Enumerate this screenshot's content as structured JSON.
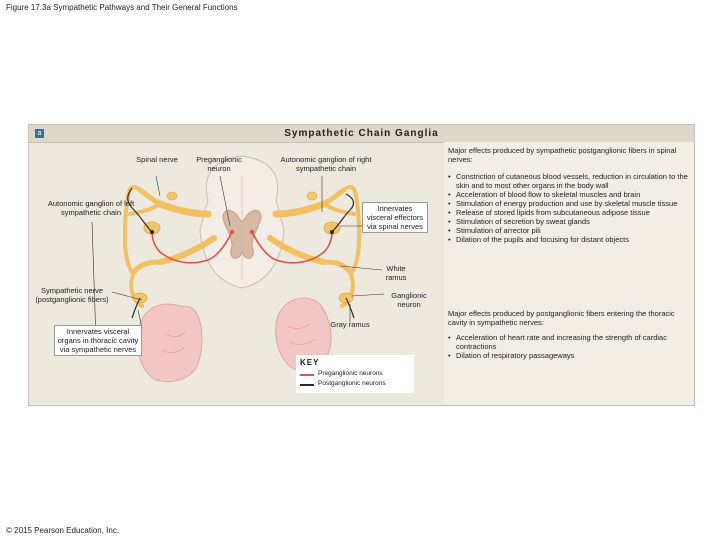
{
  "slide": {
    "title": "Figure 17.3a Sympathetic Pathways and Their General Functions",
    "copyright": "© 2015 Pearson Education, Inc."
  },
  "panel": {
    "badge": "a",
    "title": "Sympathetic Chain Ganglia"
  },
  "labels": {
    "spinal_nerve": "Spinal nerve",
    "preganglionic_neuron": "Preganglionic neuron",
    "autonomic_ganglion_right": "Autonomic ganglion of right sympathetic chain",
    "autonomic_ganglion_left": "Autonomic ganglion of left sympathetic chain",
    "innervates_visceral": "Innervates visceral effectors via spinal nerves",
    "white_ramus": "White ramus",
    "ganglionic_neuron": "Ganglionic neuron",
    "sympathetic_nerve": "Sympathetic nerve (postganglionic fibers)",
    "gray_ramus": "Gray ramus",
    "innervates_thoracic": "Innervates visceral organs in thoracic cavity via sympathetic nerves"
  },
  "effects": {
    "spinal_title": "Major effects produced by sympathetic postganglionic fibers in spinal nerves:",
    "spinal_items": [
      "Constriction of cutaneous blood vessels, reduction in circulation to the skin and to most other organs in the body wall",
      "Acceleration of blood flow to skeletal muscles and brain",
      "Stimulation of energy production and use by skeletal muscle tissue",
      "Release of stored lipids from subcutaneous adipose tissue",
      "Stimulation of secretion by sweat glands",
      "Stimulation of arrector pili",
      "Dilation of the pupils and focusing for distant objects"
    ],
    "thoracic_title": "Major effects produced by postganglionic fibers entering the thoracic cavity in sympathetic nerves:",
    "thoracic_items": [
      "Acceleration of heart rate and increasing the strength of cardiac contractions",
      "Dilation of respiratory passageways"
    ]
  },
  "key": {
    "title": "KEY",
    "preganglionic": "Preganglionic neurons",
    "postganglionic": "Postganglionic neurons",
    "preganglionic_color": "#e0534a",
    "postganglionic_color": "#2a2a2a"
  },
  "colors": {
    "nerve": "#f2c060",
    "ganglion": "#f3c56a",
    "vertebra": "#f4ede5",
    "spinal_cord_gray": "#d8b7a3",
    "lung": "#f3c6c6"
  }
}
